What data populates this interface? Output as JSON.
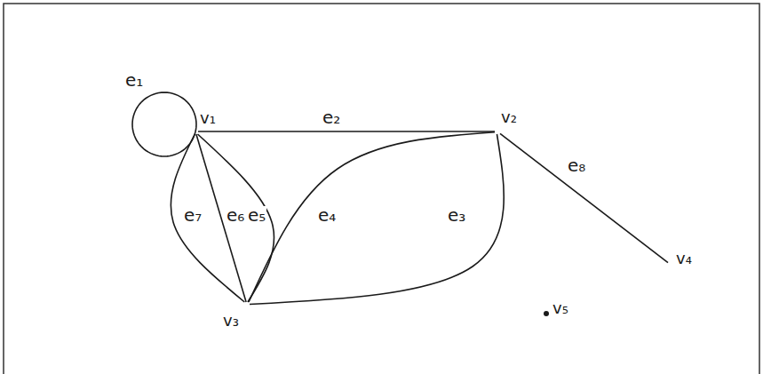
{
  "diagram": {
    "nodes": [
      {
        "text": [
          "v₁"
        ]
      },
      {
        "text": [
          "v₂"
        ]
      },
      {
        "text": [
          "v₃"
        ]
      },
      {
        "text": [
          "v₄"
        ]
      },
      {
        "text": [
          "v₅"
        ]
      }
    ],
    "edges": [
      {
        "from": 0,
        "to": 0,
        "arrow": "none",
        "label": "e₁"
      },
      {
        "from": 0,
        "to": 1,
        "arrow": "none",
        "label": "e₂"
      },
      {
        "from": 1,
        "to": 2,
        "arrow": "none",
        "label": "e₃"
      },
      {
        "from": 1,
        "to": 2,
        "arrow": "none",
        "label": "e₄"
      },
      {
        "from": 0,
        "to": 2,
        "arrow": "none",
        "label": "e₅"
      },
      {
        "from": 0,
        "to": 2,
        "arrow": "none",
        "label": "e₆"
      },
      {
        "from": 0,
        "to": 2,
        "arrow": "none",
        "label": "e₇"
      },
      {
        "from": 1,
        "to": 3,
        "arrow": "none",
        "label": "e₈"
      }
    ]
  }
}
